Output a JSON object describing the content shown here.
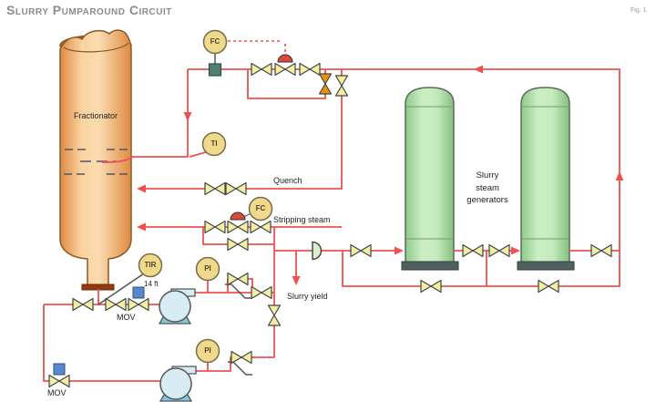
{
  "title": "Slurry Pumparound Circuit",
  "figure_label": "Fig. 1",
  "equipment": {
    "fractionator_label": "Fractionator",
    "generators_label_lines": [
      "Slurry",
      "steam",
      "generators"
    ]
  },
  "stream_labels": {
    "quench": "Quench",
    "stripping_steam": "Stripping steam",
    "slurry_yield": "Slurry yield"
  },
  "instrument_tags": {
    "flow_controller_top": "FC",
    "temperature_indicator": "TI",
    "flow_controller_stripping": "FC",
    "temperature_recorder": "TIR",
    "pressure_indicator_upper": "PI",
    "pressure_indicator_lower": "PI"
  },
  "valve_labels": {
    "mov_column_outlet": "MOV",
    "mov_pump_suction": "MOV"
  },
  "annotations": {
    "elevation": "14 ft"
  },
  "colors": {
    "line_red": "#f05050",
    "valve_yellow": "#f0efa2",
    "globe_orange": "#e8940a",
    "actuator_red": "#d84a3a",
    "actuator_blue": "#5588cc",
    "instrument_gold": "#f0d98a",
    "fractionator_orange": "#f5c490",
    "generator_green": "#bfe8b8",
    "pump_blue": "#d8ecf6",
    "title_gray": "#8c8c8c"
  }
}
